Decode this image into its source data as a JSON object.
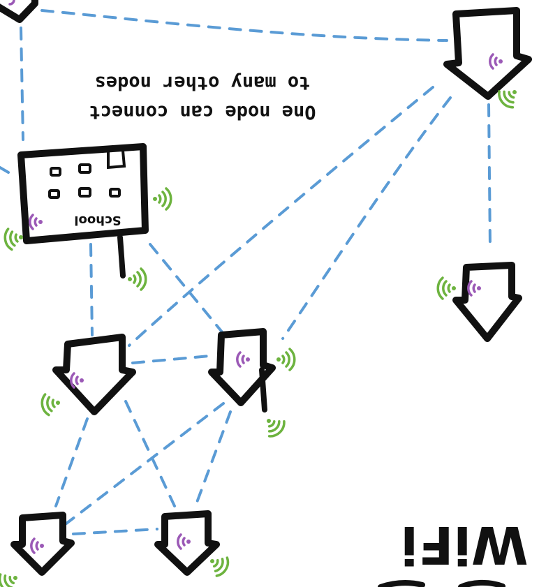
{
  "colors": {
    "link": "#5a9bd5",
    "ink": "#111111",
    "signal_green": "#6db33f",
    "signal_purple": "#9b59b6",
    "background": "#ffffff"
  },
  "annotation": {
    "line1": "One node can connect",
    "line2": "to many other nodes"
  },
  "school": {
    "label": "School"
  },
  "corner_label": {
    "text": "WiFi"
  },
  "icons": {
    "node": "home-arrow-icon",
    "signal": "wifi-signal-icon"
  }
}
